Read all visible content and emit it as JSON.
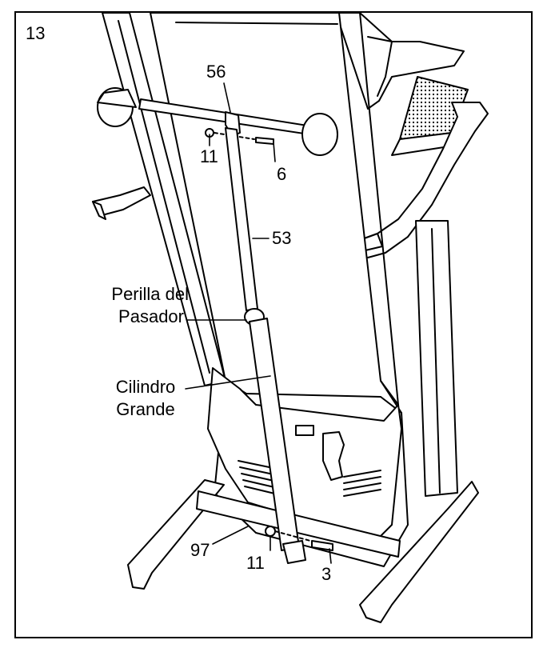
{
  "step_number": "13",
  "labels": {
    "part_56": "56",
    "part_11_top": "11",
    "part_6": "6",
    "part_53": "53",
    "latch_knob_line1": "Perilla del",
    "latch_knob_line2": "Pasador",
    "cylinder_line1": "Cilindro",
    "cylinder_line2": "Grande",
    "part_97": "97",
    "part_11_bottom": "11",
    "part_3": "3"
  }
}
